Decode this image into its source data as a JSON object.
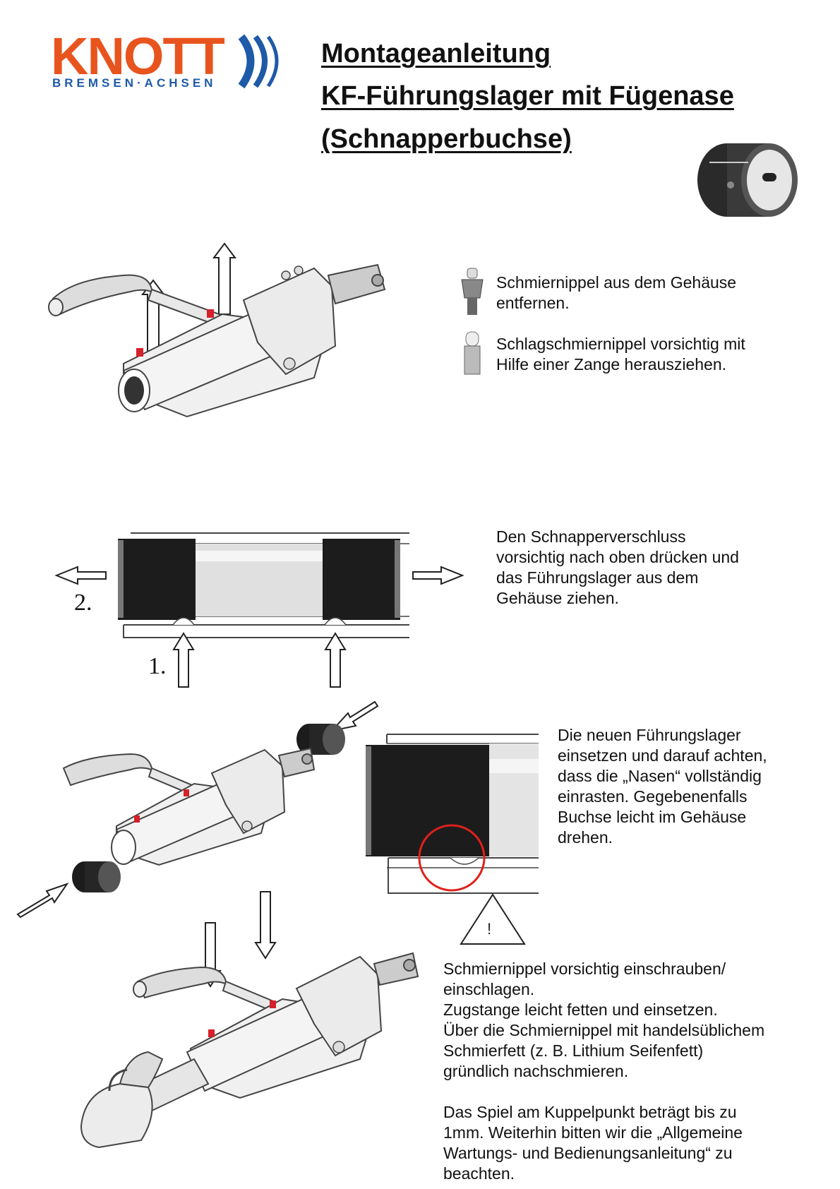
{
  "logo": {
    "brand": "KNOTT",
    "tagline": "BREMSEN·ACHSEN",
    "brand_color": "#e8541e",
    "tagline_color": "#1e5aa8"
  },
  "title_lines": [
    "Montageanleitung",
    "KF-Führungslager mit Fügenase",
    "(Schnapperbuchse)"
  ],
  "step1": {
    "line1a": "Schmiernippel aus dem Gehäuse",
    "line1b": "entfernen.",
    "line2a": "Schlagschmiernippel vorsichtig mit",
    "line2b": "Hilfe einer Zange herausziehen."
  },
  "step2": {
    "label_1": "1.",
    "label_2": "2.",
    "lines": [
      "Den Schnapperverschluss",
      "vorsichtig nach oben drücken und",
      "das Führungslager aus dem",
      "Gehäuse ziehen."
    ]
  },
  "step3": {
    "lines": [
      "Die neuen Führungslager",
      "einsetzen und darauf achten,",
      "dass die „Nasen“ vollständig",
      "einrasten. Gegebenenfalls",
      "Buchse leicht im Gehäuse",
      "drehen."
    ],
    "warning_symbol": "!"
  },
  "step4": {
    "lines": [
      "Schmiernippel vorsichtig einschrauben/",
      "einschlagen.",
      "Zugstange leicht fetten und einsetzen.",
      "Über die Schmiernippel mit handelsüblichem",
      "Schmierfett (z. B. Lithium Seifenfett)",
      "gründlich nachschmieren."
    ],
    "lines2": [
      "Das Spiel am Kuppelpunkt beträgt bis zu",
      "1mm. Weiterhin bitten wir die „Allgemeine",
      "Wartungs- und Bedienungsanleitung“ zu",
      "beachten."
    ]
  },
  "colors": {
    "bushing": "#1c1c1c",
    "highlight_circle": "#e0201a",
    "housing_outline": "#444444"
  }
}
